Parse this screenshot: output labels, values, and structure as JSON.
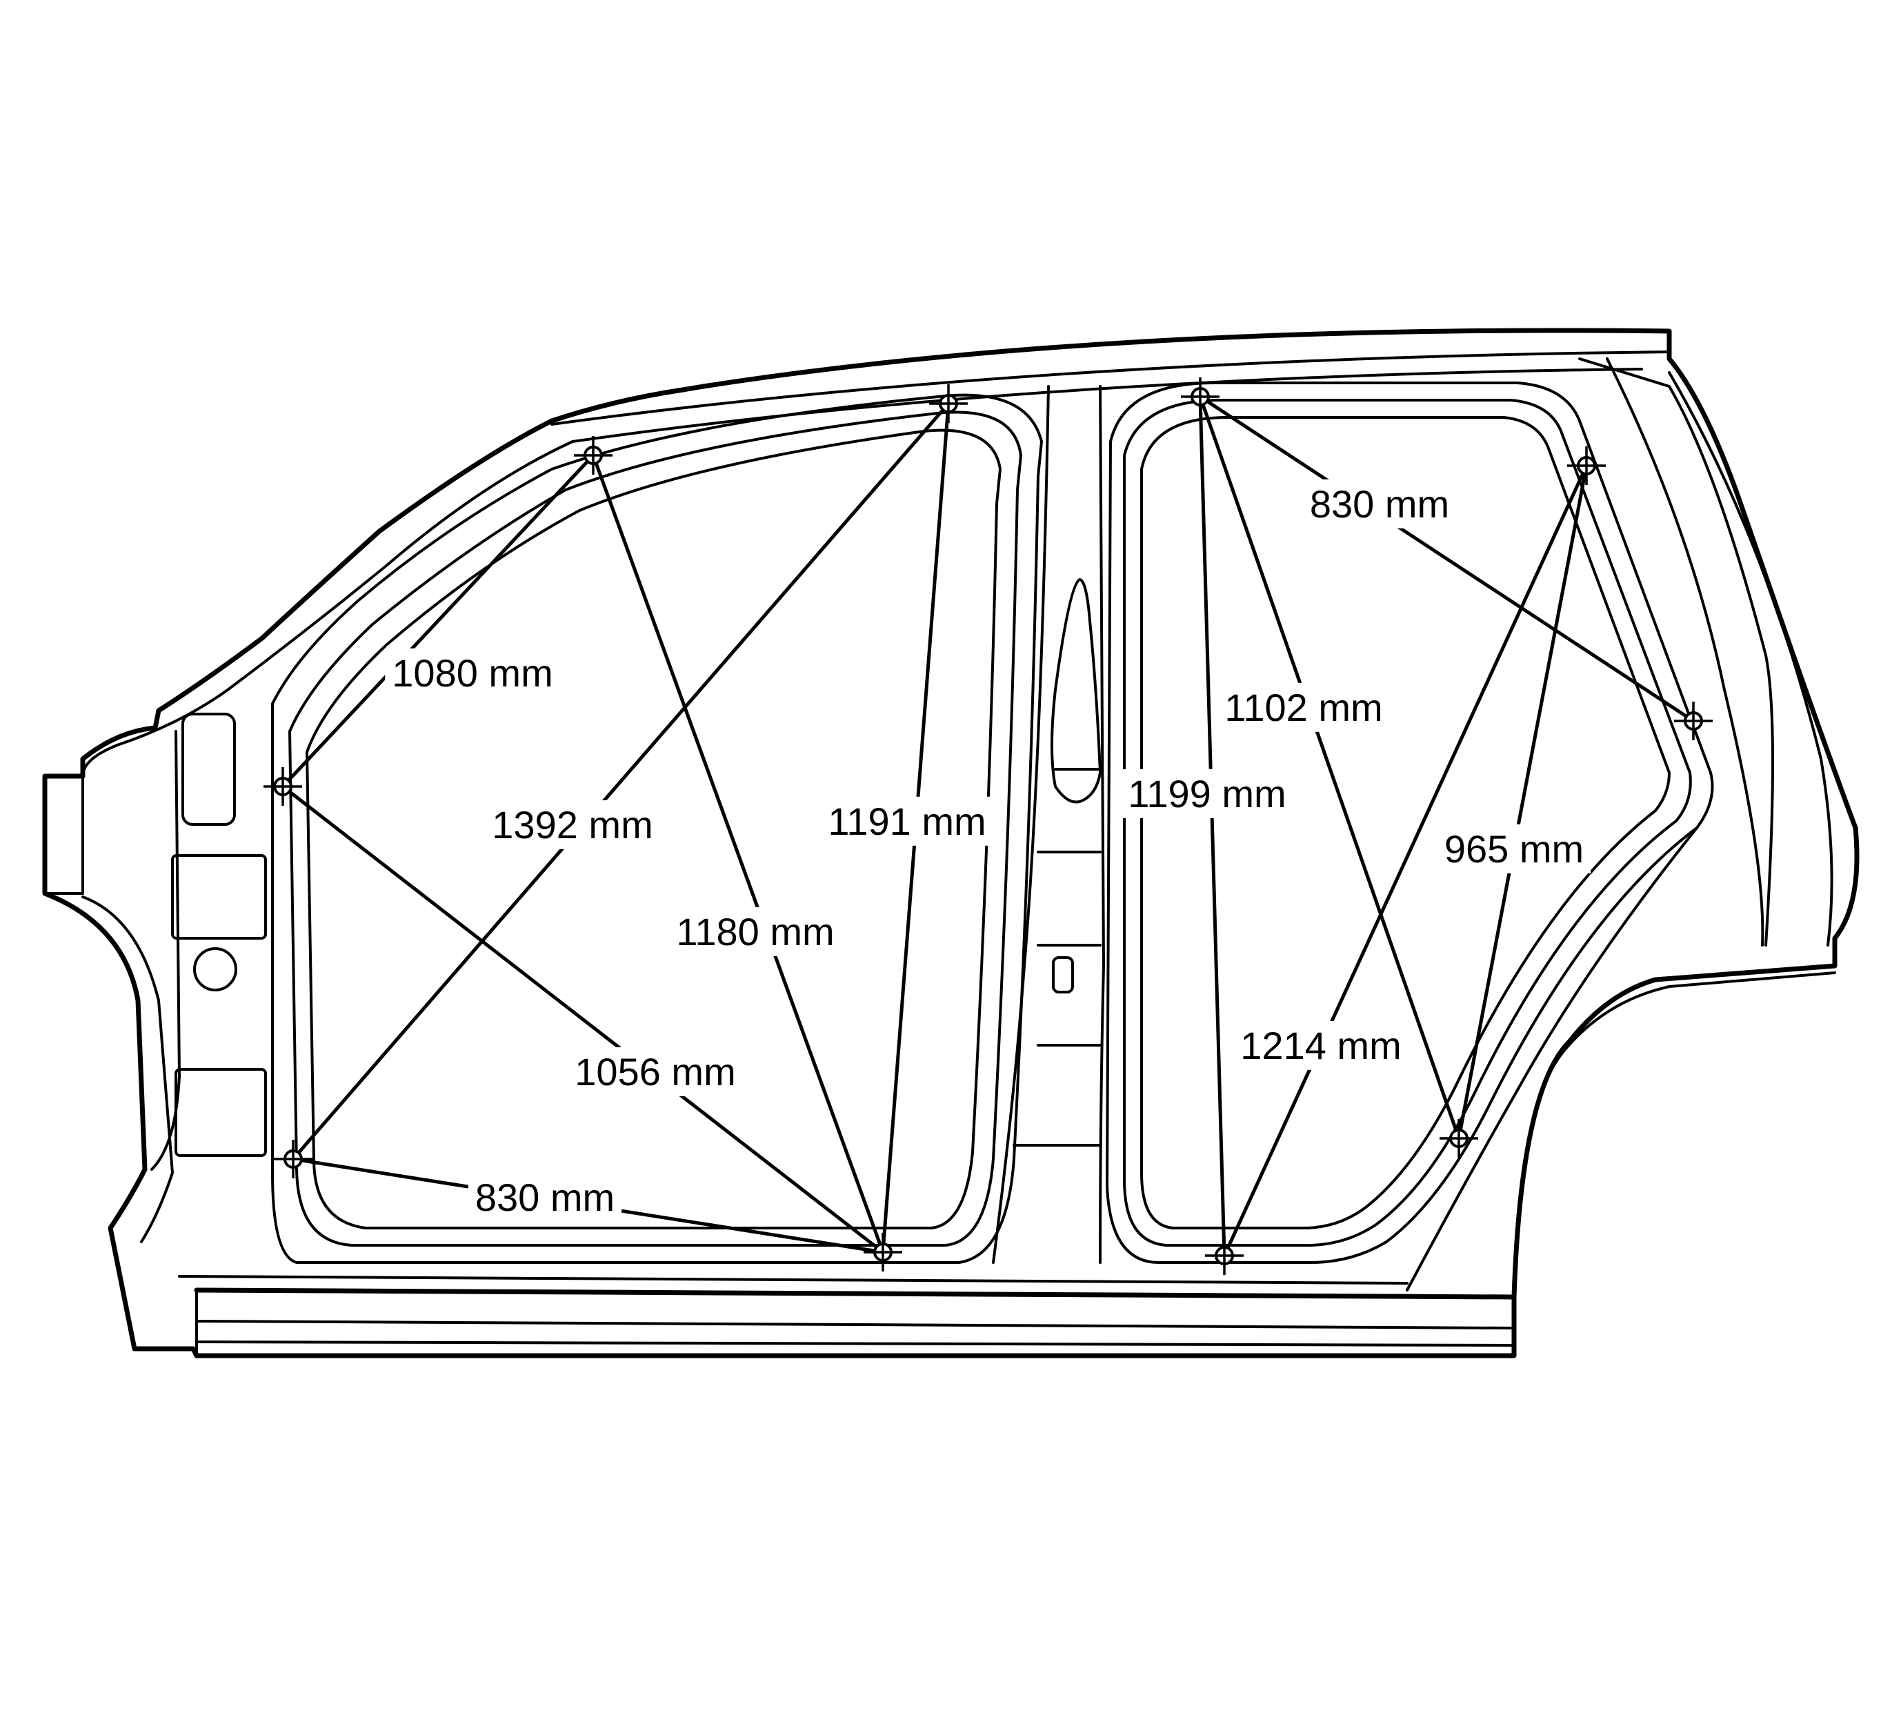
{
  "diagram": {
    "colors": {
      "line": "#000000",
      "background": "#ffffff"
    },
    "units": "mm",
    "measurements": [
      {
        "id": "front-diag-upper",
        "label": "1080 mm",
        "from": "front-a-pillar-top",
        "to": "front-hinge-upper"
      },
      {
        "id": "front-diag-long",
        "label": "1392 mm",
        "from": "front-b-pillar-top",
        "to": "front-hinge-lower"
      },
      {
        "id": "front-b-vertical",
        "label": "1191 mm",
        "from": "front-b-pillar-top",
        "to": "front-b-pillar-bottom"
      },
      {
        "id": "front-diag-cross",
        "label": "1180 mm",
        "from": "front-a-pillar-top",
        "to": "front-b-pillar-bottom"
      },
      {
        "id": "front-diag-lower",
        "label": "1056 mm",
        "from": "front-hinge-upper",
        "to": "front-b-pillar-bottom"
      },
      {
        "id": "front-sill",
        "label": "830 mm",
        "from": "front-hinge-lower",
        "to": "front-b-pillar-bottom"
      },
      {
        "id": "rear-upper",
        "label": "830 mm",
        "from": "rear-b-pillar-top",
        "to": "rear-c-pillar-mid"
      },
      {
        "id": "rear-diag-long",
        "label": "1102 mm",
        "from": "rear-b-pillar-top",
        "to": "rear-c-pillar-lower"
      },
      {
        "id": "rear-b-vertical",
        "label": "1199 mm",
        "from": "rear-b-pillar-top",
        "to": "rear-b-pillar-bottom"
      },
      {
        "id": "rear-c-diag",
        "label": "965 mm",
        "from": "rear-c-pillar-top",
        "to": "rear-c-pillar-lower"
      },
      {
        "id": "rear-diag-cross",
        "label": "1214 mm",
        "from": "rear-c-pillar-top",
        "to": "rear-b-pillar-bottom"
      }
    ]
  }
}
